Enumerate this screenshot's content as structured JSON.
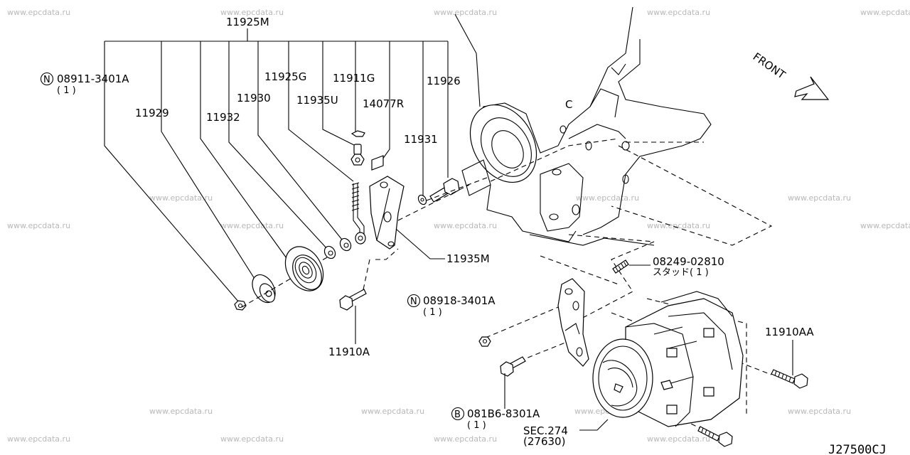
{
  "watermark": "www.epcdata.ru",
  "diagram_code": "J27500CJ",
  "front_label": "FRONT",
  "callouts": {
    "assembly": "11925M",
    "nut_n": "08911-3401A",
    "nut_n_qty": "( 1 )",
    "n_symbol": "N",
    "b_symbol": "B",
    "p11929": "11929",
    "p11932": "11932",
    "p11930": "11930",
    "p11925g": "11925G",
    "p11935u": "11935U",
    "p11911g": "11911G",
    "p14077r": "14077R",
    "p11926": "11926",
    "p11931": "11931",
    "p11935m": "11935M",
    "p11910a": "11910A",
    "stud": "08249-02810",
    "stud_desc": "スタッド( 1 )",
    "nut_n2": "08918-3401A",
    "nut_n2_qty": "( 1 )",
    "p11910aa": "11910AA",
    "bolt_b": "081B6-8301A",
    "bolt_b_qty": "( 1 )",
    "sec": "SEC.274",
    "sec_sub": "(27630)",
    "c_mark": "C"
  }
}
